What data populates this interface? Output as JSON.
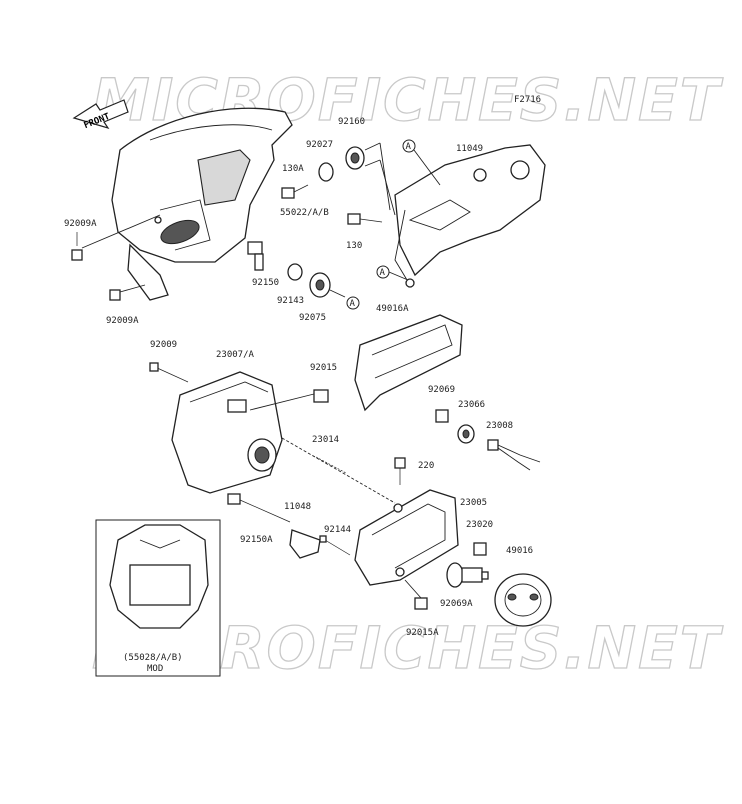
{
  "diagram": {
    "figure_code": "F2716",
    "watermark_text": "MICROFICHES.NET",
    "front_label": "FRONT",
    "callout_marker": "A",
    "inset": {
      "part_ref": "(55028/A/B)",
      "note": "MOD"
    },
    "part_labels": {
      "p92160": "92160",
      "p11049": "11049",
      "p92027": "92027",
      "p130a": "130A",
      "p55022": "55022/A/B",
      "p92009a_top": "92009A",
      "p130": "130",
      "p92150": "92150",
      "p92143": "92143",
      "p92075": "92075",
      "p92009a_bottom": "92009A",
      "p49016a": "49016A",
      "p92009": "92009",
      "p23007": "23007/A",
      "p92015": "92015",
      "p92069": "92069",
      "p23066": "23066",
      "p23008": "23008",
      "p23014": "23014",
      "p220": "220",
      "p11048": "11048",
      "p23005": "23005",
      "p92150a": "92150A",
      "p92144": "92144",
      "p23020": "23020",
      "p49016": "49016",
      "p92069a": "92069A",
      "p92015a": "92015A"
    }
  }
}
